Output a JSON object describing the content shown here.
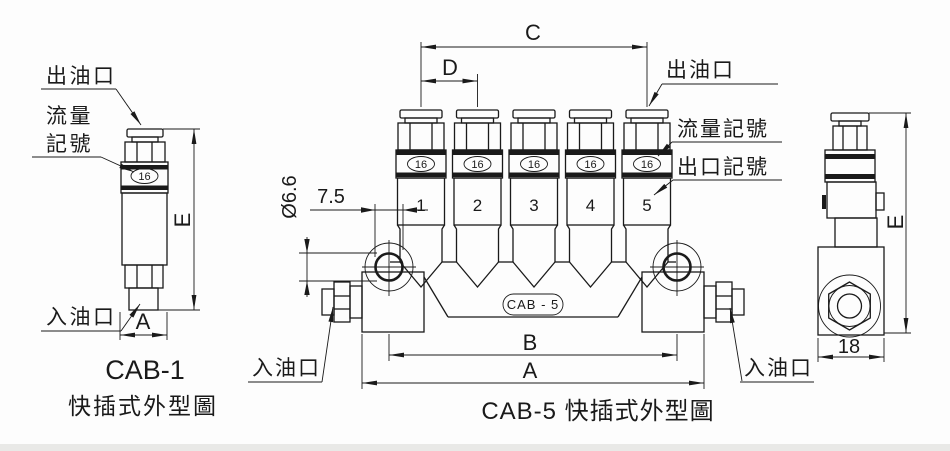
{
  "figure_cab1": {
    "label_outlet_port": "出油口",
    "label_flow_mark_line1": "流量",
    "label_flow_mark_line2": "記號",
    "label_inlet_port": "入油口",
    "flow_mark_value": "16",
    "dim_height": "E",
    "dim_width": "A",
    "title": "CAB-1",
    "subtitle": "快插式外型圖"
  },
  "figure_cab5": {
    "dim_c": "C",
    "dim_d": "D",
    "dim_b": "B",
    "dim_a": "A",
    "dim_offset": "7.5",
    "dim_hole": "Ø6.6",
    "label_outlet_port": "出油口",
    "label_flow_mark": "流量記號",
    "label_outlet_mark": "出口記號",
    "label_inlet_left": "入油口",
    "label_inlet_right": "入油口",
    "port_numbers": [
      "1",
      "2",
      "3",
      "4",
      "5"
    ],
    "flow_marks": [
      "16",
      "16",
      "16",
      "16",
      "16"
    ],
    "body_label": "CAB - 5",
    "caption": "CAB-5 快插式外型圖"
  },
  "figure_side": {
    "dim_height": "E",
    "dim_width": "18"
  }
}
